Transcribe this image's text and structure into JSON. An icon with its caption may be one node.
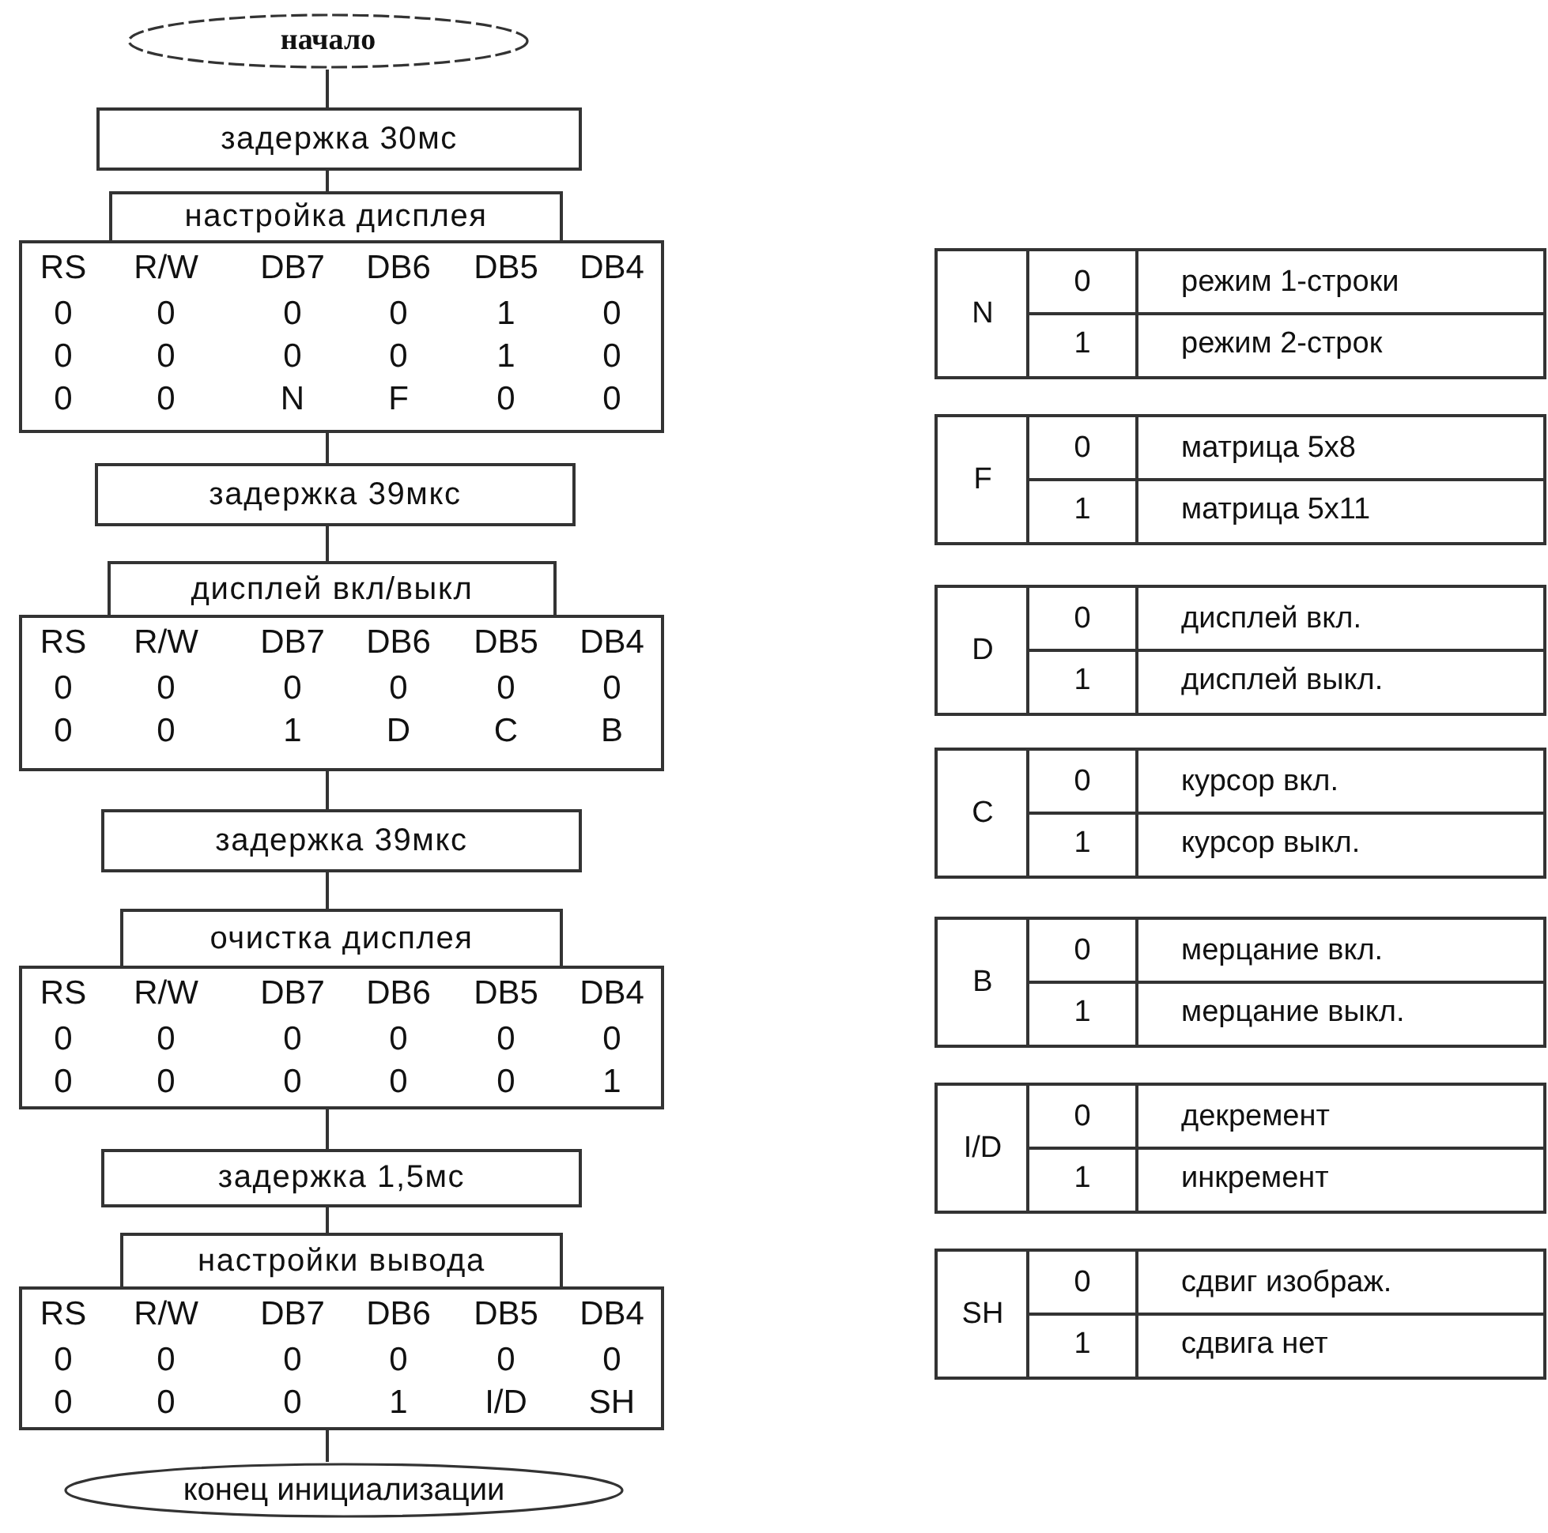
{
  "diagram": {
    "nodes": [
      {
        "text": [
          "начало"
        ]
      },
      {
        "text": [
          "задержка 30мс"
        ]
      },
      {
        "text": [
          "настройка дисплея"
        ]
      },
      {
        "text": [
          "RS",
          "R/W",
          "DB7",
          "DB6",
          "DB5",
          "DB4",
          "0",
          "0",
          "0",
          "0",
          "1",
          "0",
          "0",
          "0",
          "0",
          "0",
          "1",
          "0",
          "0",
          "0",
          "N",
          "F",
          "0",
          "0"
        ]
      },
      {
        "text": [
          "задержка 39мкс"
        ]
      },
      {
        "text": [
          "дисплей вкл/выкл"
        ]
      },
      {
        "text": [
          "RS",
          "R/W",
          "DB7",
          "DB6",
          "DB5",
          "DB4",
          "0",
          "0",
          "0",
          "0",
          "0",
          "0",
          "0",
          "0",
          "1",
          "D",
          "C",
          "B"
        ]
      },
      {
        "text": [
          "задержка 39мкс"
        ]
      },
      {
        "text": [
          "очистка дисплея"
        ]
      },
      {
        "text": [
          "RS",
          "R/W",
          "DB7",
          "DB6",
          "DB5",
          "DB4",
          "0",
          "0",
          "0",
          "0",
          "0",
          "0",
          "0",
          "0",
          "0",
          "0",
          "0",
          "1"
        ]
      },
      {
        "text": [
          "задержка 1,5мс"
        ]
      },
      {
        "text": [
          "настройки вывода"
        ]
      },
      {
        "text": [
          "RS",
          "R/W",
          "DB7",
          "DB6",
          "DB5",
          "DB4",
          "0",
          "0",
          "0",
          "0",
          "0",
          "0",
          "0",
          "0",
          "0",
          "1",
          "I/D",
          "SH"
        ]
      },
      {
        "text": [
          "конец инициализации"
        ]
      },
      {
        "text": [
          "N",
          "0",
          "режим 1-строки",
          "1",
          "режим 2-строк"
        ]
      },
      {
        "text": [
          "F",
          "0",
          "матрица 5x8",
          "1",
          "матрица 5x11"
        ]
      },
      {
        "text": [
          "D",
          "0",
          "дисплей вкл.",
          "1",
          "дисплей выкл."
        ]
      },
      {
        "text": [
          "C",
          "0",
          "курсор вкл.",
          "1",
          "курсор выкл."
        ]
      },
      {
        "text": [
          "B",
          "0",
          "мерцание  вкл.",
          "1",
          "мерцание выкл."
        ]
      },
      {
        "text": [
          "I/D",
          "0",
          "декремент",
          "1",
          "инкремент"
        ]
      },
      {
        "text": [
          "SH",
          "0",
          "сдвиг изображ.",
          "1",
          "сдвига нет"
        ]
      }
    ],
    "edges": [
      {
        "from": 0,
        "to": 1,
        "arrow": "none"
      },
      {
        "from": 1,
        "to": 2,
        "arrow": "none"
      },
      {
        "from": 3,
        "to": 4,
        "arrow": "none"
      },
      {
        "from": 4,
        "to": 5,
        "arrow": "none"
      },
      {
        "from": 6,
        "to": 7,
        "arrow": "none"
      },
      {
        "from": 7,
        "to": 8,
        "arrow": "none"
      },
      {
        "from": 9,
        "to": 10,
        "arrow": "none"
      },
      {
        "from": 10,
        "to": 11,
        "arrow": "none"
      },
      {
        "from": 12,
        "to": 13,
        "arrow": "none"
      }
    ]
  }
}
